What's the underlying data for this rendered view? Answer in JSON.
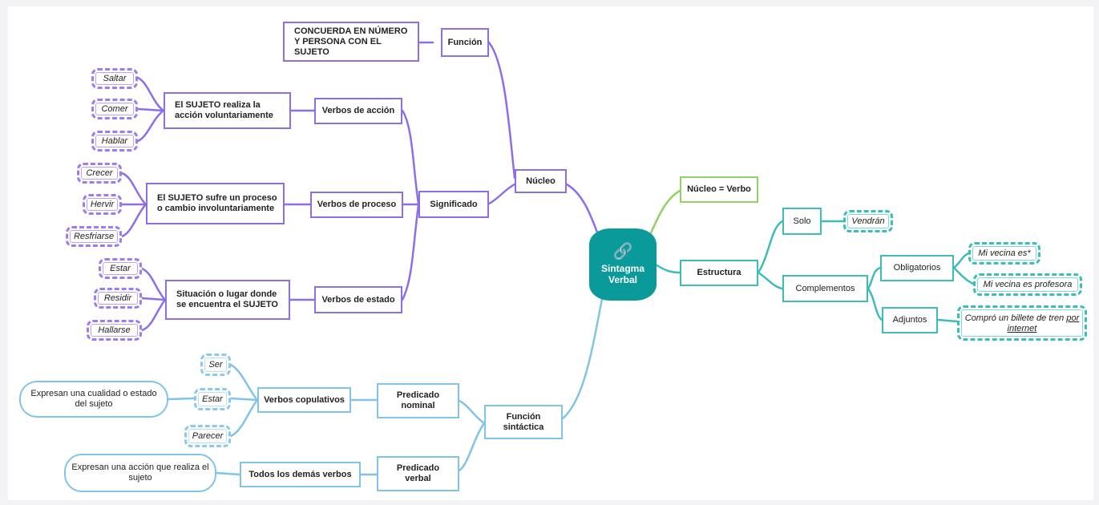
{
  "center": {
    "line1": "Sintagma",
    "line2": "Verbal",
    "icon": "link-icon"
  },
  "colors": {
    "purple": "#8e6ee8",
    "blue": "#80c4e8",
    "teal": "#3cbdb7",
    "green": "#92d06a",
    "center": "#0a9a99"
  },
  "nucleo": {
    "label": "Núcleo",
    "funcion": {
      "label": "Función",
      "desc": "CONCUERDA EN NÚMERO Y PERSONA CON EL SUJETO"
    },
    "significado": {
      "label": "Significado",
      "accion": {
        "label": "Verbos de acción",
        "desc": "El SUJETO realiza la acción voluntariamente",
        "examples": [
          "Saltar",
          "Comer",
          "Hablar"
        ]
      },
      "proceso": {
        "label": "Verbos de proceso",
        "desc": "El SUJETO sufre un proceso o cambio involuntariamente",
        "examples": [
          "Crecer",
          "Hervir",
          "Resfriarse"
        ]
      },
      "estado": {
        "label": "Verbos de estado",
        "desc": "Situación o lugar donde se encuentra el SUJETO",
        "examples": [
          "Estar",
          "Residir",
          "Hallarse"
        ]
      }
    }
  },
  "nucleo_verbo": "Núcleo = Verbo",
  "estructura": {
    "label": "Estructura",
    "solo": {
      "label": "Solo",
      "example": "Vendrán"
    },
    "complementos": {
      "label": "Complementos",
      "obligatorios": {
        "label": "Obligatorios",
        "examples": [
          "Mi vecina es*",
          "Mi vecina es profesora"
        ]
      },
      "adjuntos": {
        "label": "Adjuntos",
        "example_prefix": "Compró un billete de tren ",
        "example_underlined": "por internet"
      }
    }
  },
  "funcion_sintactica": {
    "label": "Función sintáctica",
    "nominal": {
      "label": "Predicado nominal",
      "verbs": "Verbos copulativos",
      "desc": "Expresan una cualidad o estado del sujeto",
      "examples": [
        "Ser",
        "Estar",
        "Parecer"
      ]
    },
    "verbal": {
      "label": "Predicado verbal",
      "verbs": "Todos los demás verbos",
      "desc": "Expresan una acción que realiza el sujeto"
    }
  }
}
